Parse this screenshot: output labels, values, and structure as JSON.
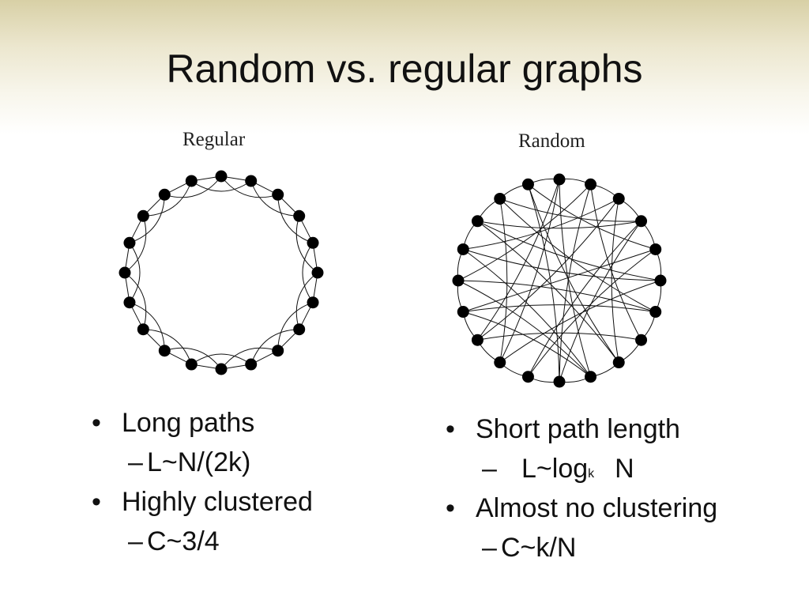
{
  "slide": {
    "title": "Random vs. regular graphs"
  },
  "regular": {
    "label": "Regular",
    "bullets": [
      {
        "text": "Long paths",
        "sub": "L~N/(2k)"
      },
      {
        "text": "Highly clustered",
        "sub": "C~3/4"
      }
    ]
  },
  "random": {
    "label": "Random",
    "bullets": [
      {
        "text": "Short path length",
        "sub_prefix": "L~log",
        "sub_subscript": "k",
        "sub_suffix": "N"
      },
      {
        "text": "Almost no clustering",
        "sub": "C~k/N"
      }
    ]
  },
  "colors": {
    "header_band": "#e6dfbf",
    "node": "#000000",
    "edge": "#111111"
  }
}
